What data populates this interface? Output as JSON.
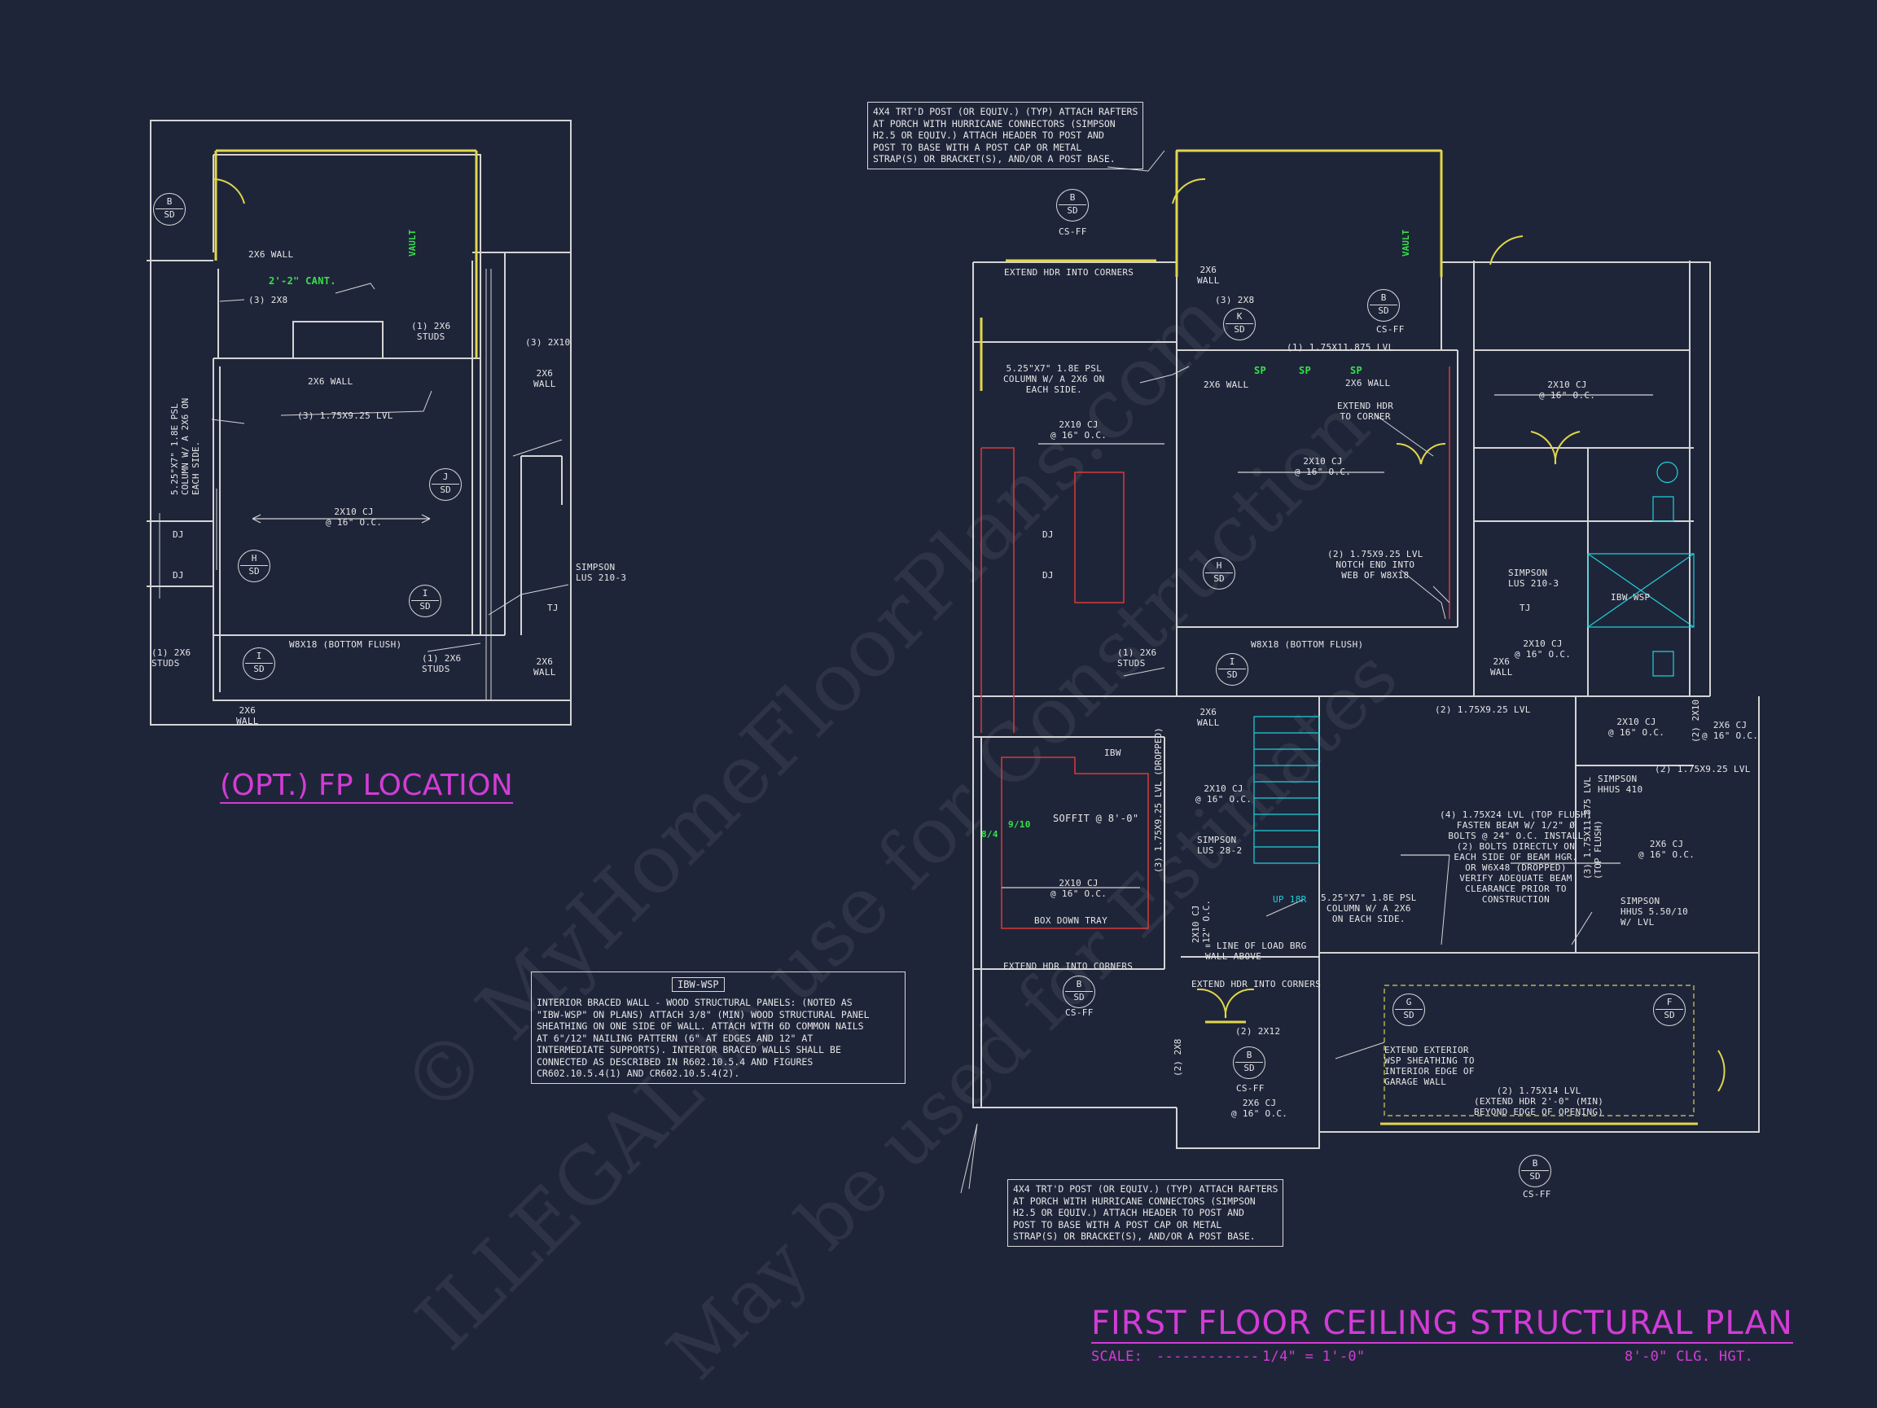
{
  "title": {
    "main": "FIRST FLOOR CEILING STRUCTURAL PLAN",
    "scale_label": "SCALE:",
    "scale_value": "1/4\" = 1'-0\"",
    "clg_height": "8'-0\" CLG. HGT."
  },
  "opt_fp_title": "(OPT.) FP LOCATION",
  "watermark": {
    "line1": "© MyHomeFloorPlans.com",
    "line2": "ILLEGAL to use for Construction",
    "line3": "May be used for Estimates"
  },
  "ibw_note": {
    "title": "IBW-WSP",
    "body": "INTERIOR BRACED WALL - WOOD STRUCTURAL PANELS: (NOTED AS\n\"IBW-WSP\" ON PLANS) ATTACH 3/8\" (MIN) WOOD STRUCTURAL PANEL\nSHEATHING ON ONE SIDE OF WALL. ATTACH WITH 6d COMMON NAILS\nAT 6\"/12\" NAILING PATTERN (6\" AT EDGES AND 12\" AT\nINTERMEDIATE SUPPORTS). INTERIOR BRACED WALLS SHALL BE\nCONNECTED AS DESCRIBED IN R602.10.5.4 AND FIGURES\nCR602.10.5.4(1) AND CR602.10.5.4(2)."
  },
  "porch_note_top": "4X4 TRT'D POST (OR EQUIV.) (TYP) ATTACH RAFTERS\nAT PORCH WITH HURRICANE CONNECTORS (SIMPSON\nH2.5 OR EQUIV.) ATTACH HEADER TO POST AND\nPOST TO BASE WITH A POST CAP OR METAL\nSTRAP(S) OR BRACKET(S), AND/OR A POST BASE.",
  "porch_note_bottom": "4X4 TRT'D POST (OR EQUIV.) (TYP) ATTACH RAFTERS\nAT PORCH WITH HURRICANE CONNECTORS (SIMPSON\nH2.5 OR EQUIV.) ATTACH HEADER TO POST AND\nPOST TO BASE WITH A POST CAP OR METAL\nSTRAP(S) OR BRACKET(S), AND/OR A POST BASE.",
  "left_plan": {
    "labels": {
      "wall_2x6_top": "2X6 WALL",
      "cant": "2'-2\" CANT.",
      "x3_2x8": "(3) 2X8",
      "studs_1": "(1) 2X6\nSTUDS",
      "x3_2x10": "(3) 2X10",
      "wall_2x6_r": "2X6\nWALL",
      "wall_2x6_mid": "2X6 WALL",
      "lvl": "(3) 1.75x9.25 LVL",
      "cj": "2x10 CJ\n@ 16\" O.C.",
      "dj1": "DJ",
      "dj2": "DJ",
      "simpson": "SIMPSON\nLUS 210-3",
      "tj": "TJ",
      "beam": "W8X18 (BOTTOM FLUSH)",
      "studs_2": "(1) 2X6\nSTUDS",
      "studs_3": "(1) 2X6\nSTUDS",
      "wall_2x6_br": "2X6\nWALL",
      "wall_2x6_bl": "2X6\nWALL",
      "vault": "VAULT",
      "psl": "5.25\"X7\" 1.8E PSL\nCOLUMN W/ A 2X6 ON\nEACH SIDE."
    },
    "tags": [
      {
        "t": "B",
        "b": "SD"
      },
      {
        "t": "J",
        "b": "SD"
      },
      {
        "t": "H",
        "b": "SD"
      },
      {
        "t": "I",
        "b": "SD"
      },
      {
        "t": "I",
        "b": "SD"
      }
    ]
  },
  "right_plan": {
    "labels": {
      "cs_ff_top": "CS-FF",
      "extend_hdr": "EXTEND HDR INTO CORNERS",
      "wall_2x6_a": "2X6\nWALL",
      "x3_2x8": "(3) 2X8",
      "lvl_top": "(1) 1.75X11.875 LVL",
      "sp1": "SP",
      "sp2": "SP",
      "sp3": "SP",
      "wall_2x6_b": "2X6 WALL",
      "wall_2x6_c": "2X6 WALL",
      "psl": "5.25\"X7\" 1.8E PSL\nCOLUMN W/ A 2X6 ON\nEACH SIDE.",
      "extend_hdr_corner": "EXTEND HDR\nTO CORNER",
      "cj_kitchen": "2x10 CJ\n@ 16\" O.C.",
      "cj_living": "2x10 CJ\n@ 16\" O.C.",
      "cj_right": "2x10 CJ\n@ 16\" O.C.",
      "dj1": "DJ",
      "dj2": "DJ",
      "lvl_notch": "(2) 1.75x9.25 LVL\nNOTCH END INTO\nWEB OF W8X18",
      "simpson_lus": "SIMPSON\nLUS 210-3",
      "tj": "TJ",
      "beam": "W8X18 (BOTTOM FLUSH)",
      "studs": "(1) 2X6\nSTUDS",
      "cj_small": "2x10 CJ\n@ 16\" O.C.",
      "wall_2x6_d": "2X6\nWALL",
      "ibw_wsp": "IBW-WSP",
      "wall_2x6_e": "2X6\nWALL",
      "lvl_stair": "(2) 1.75x9.25 LVL",
      "cj_bath": "2x10 CJ\n@ 16\" O.C.",
      "cj_bath2": "2x6 CJ\n@ 16\" O.C.",
      "wall_2x10": "(2) 2x10",
      "lvl_right": "(2) 1.75x9.25 LVL",
      "hhus410": "SIMPSON\nHHUS 410",
      "cj_stair": "2x10 CJ\n@ 16\" O.C.",
      "simpson_lus282": "SIMPSON\nLUS 28-2",
      "up_label": "UP 18R",
      "beam_note": "(4) 1.75x24 LVL (TOP FLUSH)\nFASTEN BEAM w/ 1/2\" ø\nBOLTS @ 24\" O.C. INSTALL\n(2) BOLTS DIRECTLY ON\nEACH SIDE OF BEAM HGR.\nOR W6x48 (DROPPED)\nVERIFY ADEQUATE BEAM\nCLEARANCE PRIOR TO\nCONSTRUCTION",
      "cj_2x6_right": "2x6 CJ\n@ 16\" O.C.",
      "lvl_vert": "(3) 1.75x11.875 LVL\n(TOP FLUSH)",
      "hhus5510": "SIMPSON\nHHUS 5.50/10\nW/ LVL",
      "psl_2": "5.25\"X7\" 1.8E PSL\nCOLUMN W/ A 2X6\nON EACH SIDE.",
      "soffit": "SOFFIT @ 8'-0\"",
      "soffit_pitch_a": "8/4",
      "soffit_pitch_b": "9/10",
      "cj_dining": "2x10 CJ\n@ 16\" O.C.",
      "box_tray": "BOX DOWN TRAY",
      "ibw_small": "IBW",
      "lvl_dropped": "(3) 1.75x9.25 LVL (DROPPED)",
      "extend_hdr_b": "EXTEND HDR INTO CORNERS",
      "cs_ff_b": "CS-FF",
      "cj_foyer": "2x10 CJ\n12\" O.C.",
      "load_line": "= LINE OF LOAD BRG\nWALL ABOVE",
      "extend_hdr_c": "EXTEND HDR INTO CORNERS",
      "x2_2x12": "(2) 2x12",
      "cs_ff_c": "CS-FF",
      "x2_2x8": "(2) 2x8",
      "cj_porch": "2x6 CJ\n@ 16\" O.C.",
      "wsp_note": "EXTEND EXTERIOR\nWSP SHEATHING TO\nINTERIOR EDGE OF\nGARAGE WALL",
      "garage_lvl": "(2) 1.75x14 LVL\n(EXTEND HDR 2'-0\" (MIN)\nBEYOND EDGE OF OPENING)",
      "cs_ff_garage": "CS-FF",
      "vault": "VAULT",
      "cs_ff_right": "CS-FF"
    },
    "tags": [
      {
        "t": "B",
        "b": "SD"
      },
      {
        "t": "B",
        "b": "SD"
      },
      {
        "t": "K",
        "b": "SD"
      },
      {
        "t": "H",
        "b": "SD"
      },
      {
        "t": "I",
        "b": "SD"
      },
      {
        "t": "B",
        "b": "SD"
      },
      {
        "t": "B",
        "b": "SD"
      },
      {
        "t": "G",
        "b": "SD"
      },
      {
        "t": "F",
        "b": "SD"
      },
      {
        "t": "B",
        "b": "SD"
      }
    ]
  }
}
